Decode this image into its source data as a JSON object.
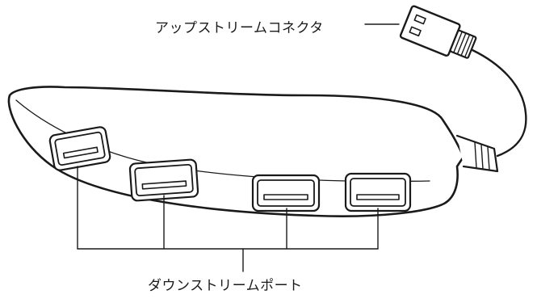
{
  "labels": {
    "upstream_connector": "アップストリームコネクタ",
    "downstream_ports": "ダウンストリームポート"
  },
  "illustration": {
    "subject": "usb-hub",
    "downstream_port_count": 4,
    "line_color": "#1a1a1a",
    "fill_color": "#ffffff"
  }
}
